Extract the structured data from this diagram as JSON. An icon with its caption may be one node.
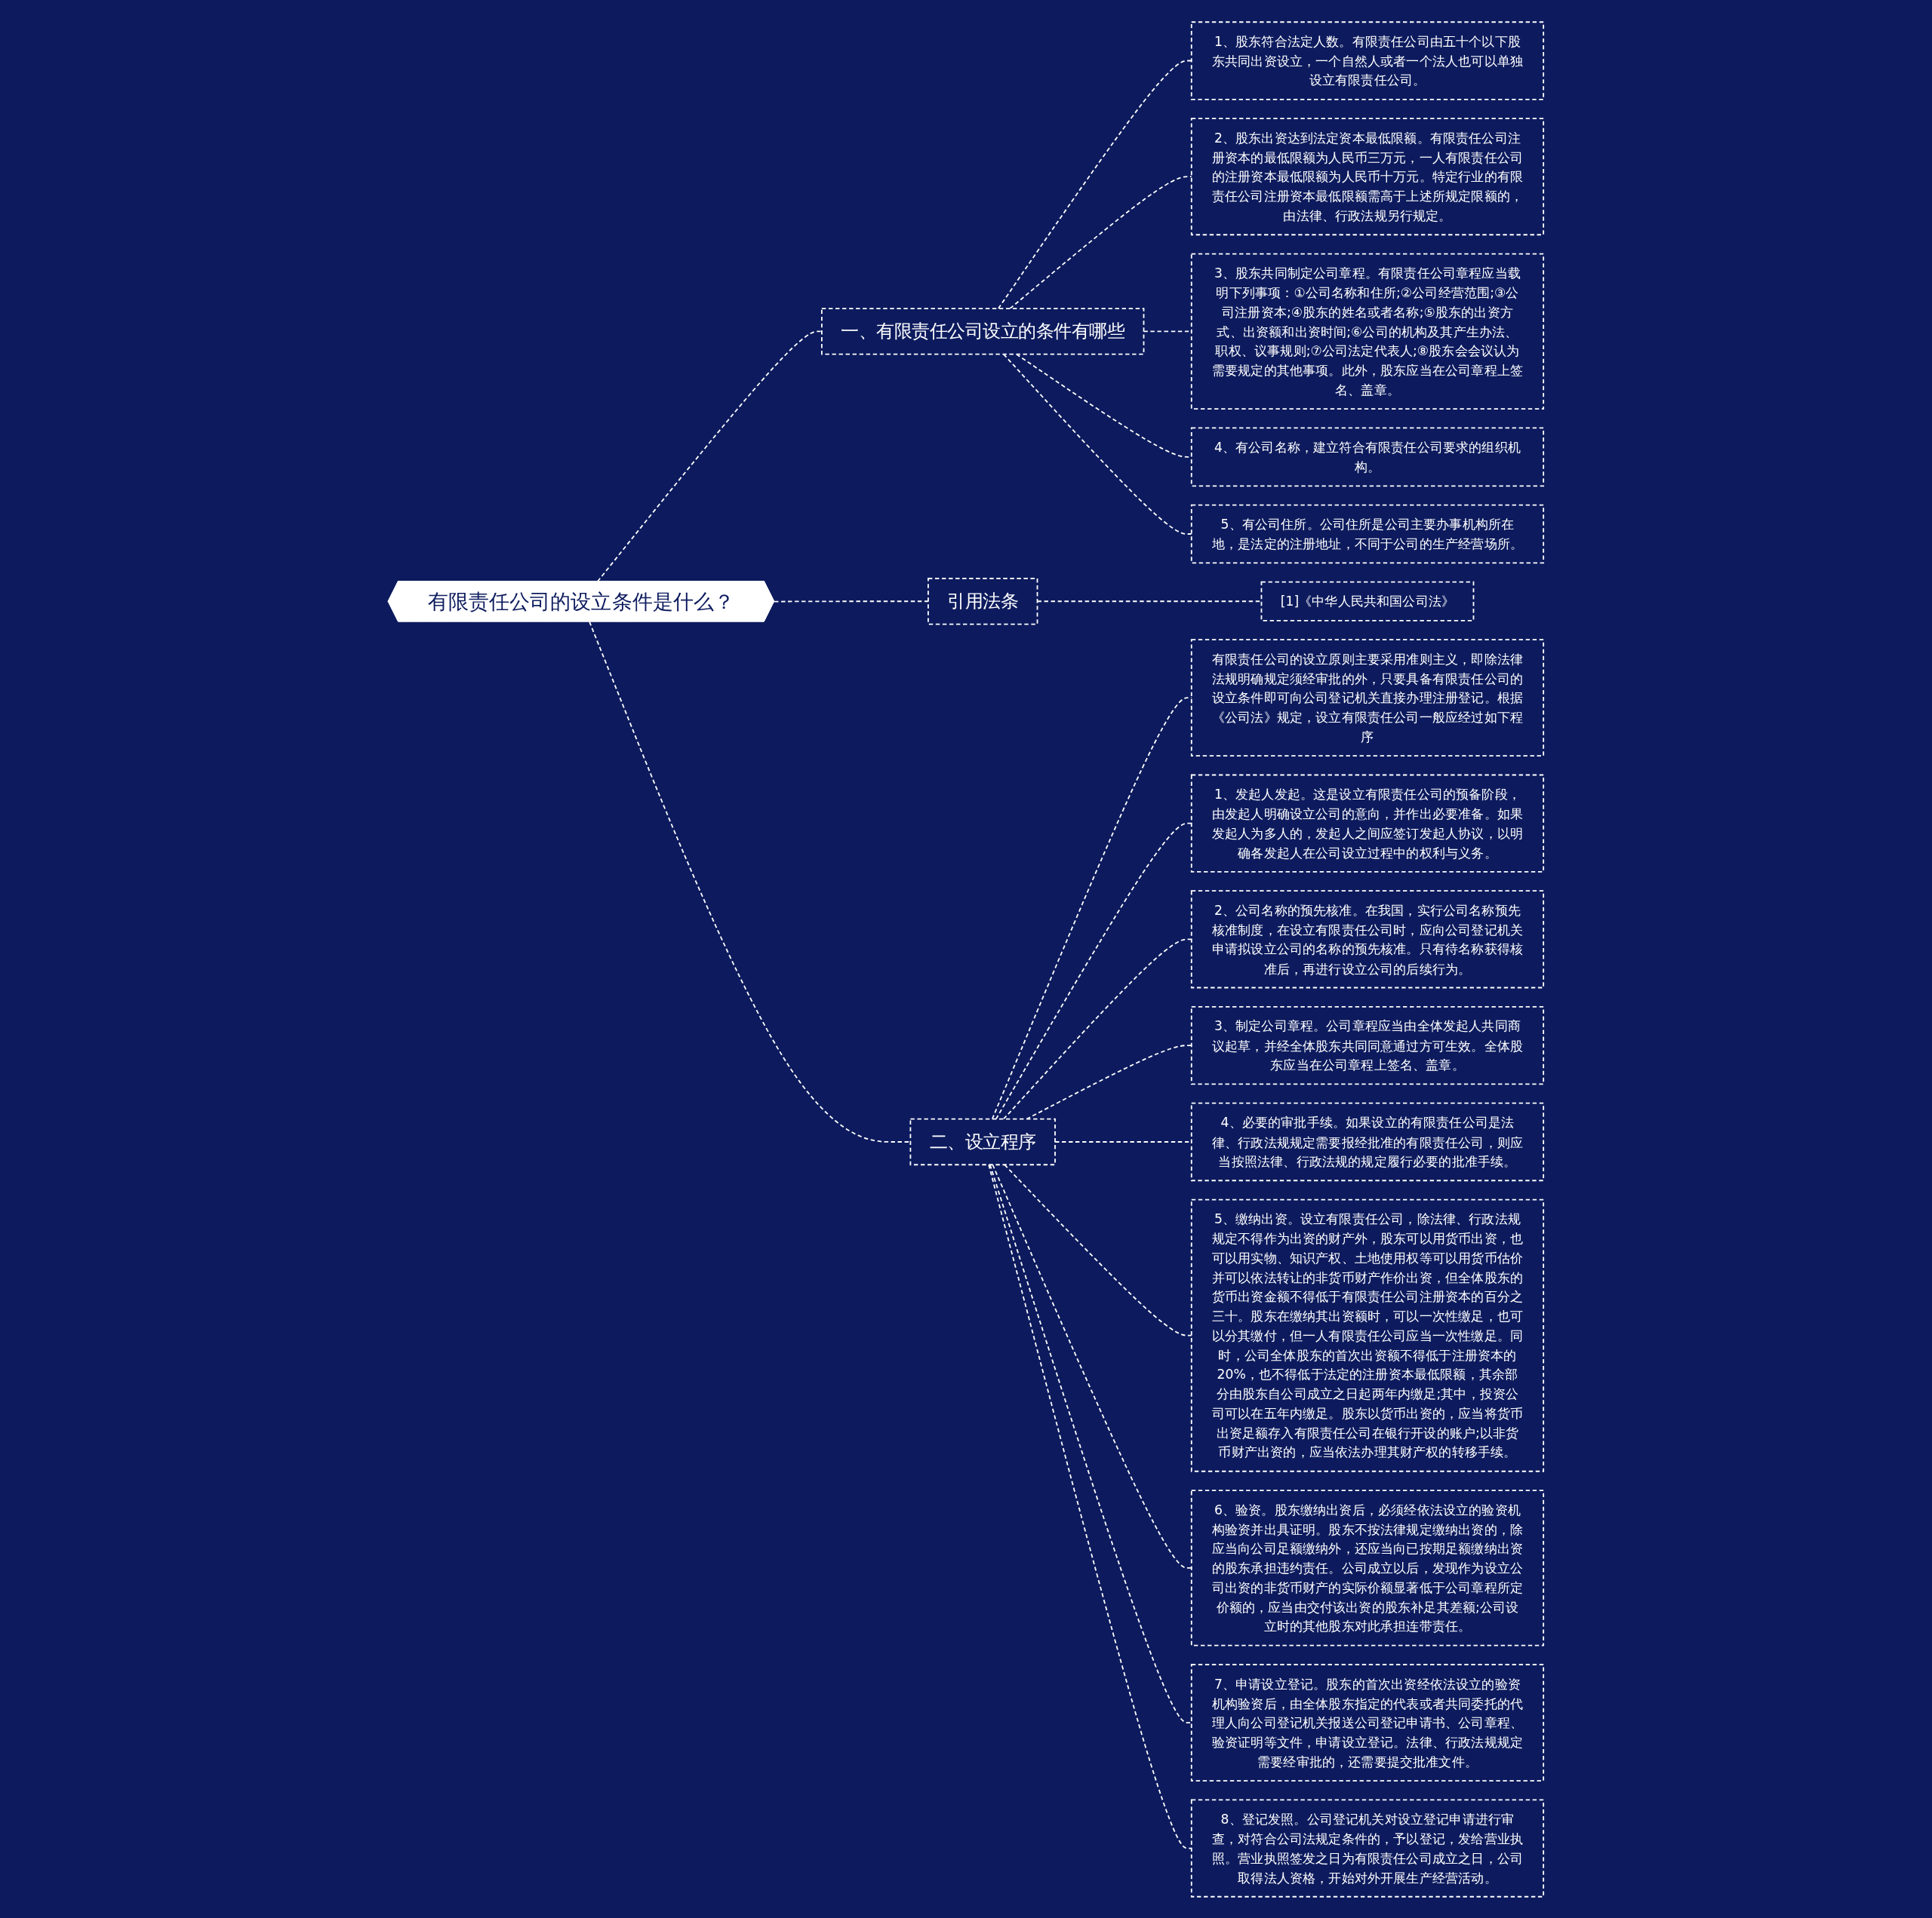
{
  "diagram": {
    "nodes": [
      {
        "text": [
          "有限责任公司的设立条件是什么？"
        ]
      },
      {
        "text": [
          "一、有限责任公司设立的条件有哪些"
        ]
      },
      {
        "text": [
          "1、股东符合法定人数。有限责任公司由五十个以下股东共同出资设立，一个自然人或者一个法人也可以单独设立有限责任公司。"
        ]
      },
      {
        "text": [
          "2、股东出资达到法定资本最低限额。有限责任公司注册资本的最低限额为人民币三万元，一人有限责任公司的注册资本最低限额为人民币十万元。特定行业的有限责任公司注册资本最低限额需高于上述所规定限额的，由法律、行政法规另行规定。"
        ]
      },
      {
        "text": [
          "3、股东共同制定公司章程。有限责任公司章程应当载明下列事项：①公司名称和住所;②公司经营范围;③公司注册资本;④股东的姓名或者名称;⑤股东的出资方式、出资额和出资时间;⑥公司的机构及其产生办法、职权、议事规则;⑦公司法定代表人;⑧股东会会议认为需要规定的其他事项。此外，股东应当在公司章程上签名、盖章。"
        ]
      },
      {
        "text": [
          "4、有公司名称，建立符合有限责任公司要求的组织机构。"
        ]
      },
      {
        "text": [
          "5、有公司住所。公司住所是公司主要办事机构所在地，是法定的注册地址，不同于公司的生产经营场所。"
        ]
      },
      {
        "text": [
          "引用法条"
        ]
      },
      {
        "text": [
          "[1]《中华人民共和国公司法》"
        ]
      },
      {
        "text": [
          "二、设立程序"
        ]
      },
      {
        "text": [
          "有限责任公司的设立原则主要采用准则主义，即除法律法规明确规定须经审批的外，只要具备有限责任公司的设立条件即可向公司登记机关直接办理注册登记。根据《公司法》规定，设立有限责任公司一般应经过如下程序"
        ]
      },
      {
        "text": [
          "1、发起人发起。这是设立有限责任公司的预备阶段，由发起人明确设立公司的意向，并作出必要准备。如果发起人为多人的，发起人之间应签订发起人协议，以明确各发起人在公司设立过程中的权利与义务。"
        ]
      },
      {
        "text": [
          "2、公司名称的预先核准。在我国，实行公司名称预先核准制度，在设立有限责任公司时，应向公司登记机关申请拟设立公司的名称的预先核准。只有待名称获得核准后，再进行设立公司的后续行为。"
        ]
      },
      {
        "text": [
          "3、制定公司章程。公司章程应当由全体发起人共同商议起草，并经全体股东共同同意通过方可生效。全体股东应当在公司章程上签名、盖章。"
        ]
      },
      {
        "text": [
          "4、必要的审批手续。如果设立的有限责任公司是法律、行政法规规定需要报经批准的有限责任公司，则应当按照法律、行政法规的规定履行必要的批准手续。"
        ]
      },
      {
        "text": [
          "5、缴纳出资。设立有限责任公司，除法律、行政法规规定不得作为出资的财产外，股东可以用货币出资，也可以用实物、知识产权、土地使用权等可以用货币估价并可以依法转让的非货币财产作价出资，但全体股东的货币出资金额不得低于有限责任公司注册资本的百分之三十。股东在缴纳其出资额时，可以一次性缴足，也可以分其缴付，但一人有限责任公司应当一次性缴足。同时，公司全体股东的首次出资额不得低于注册资本的20%，也不得低于法定的注册资本最低限额，其余部分由股东自公司成立之日起两年内缴足;其中，投资公司可以在五年内缴足。股东以货币出资的，应当将货币出资足额存入有限责任公司在银行开设的账户;以非货币财产出资的，应当依法办理其财产权的转移手续。"
        ]
      },
      {
        "text": [
          "6、验资。股东缴纳出资后，必须经依法设立的验资机构验资并出具证明。股东不按法律规定缴纳出资的，除应当向公司足额缴纳外，还应当向已按期足额缴纳出资的股东承担违约责任。公司成立以后，发现作为设立公司出资的非货币财产的实际价额显著低于公司章程所定价额的，应当由交付该出资的股东补足其差额;公司设立时的其他股东对此承担连带责任。"
        ]
      },
      {
        "text": [
          "7、申请设立登记。股东的首次出资经依法设立的验资机构验资后，由全体股东指定的代表或者共同委托的代理人向公司登记机关报送公司登记申请书、公司章程、验资证明等文件，申请设立登记。法律、行政法规规定需要经审批的，还需要提交批准文件。"
        ]
      },
      {
        "text": [
          "8、登记发照。公司登记机关对设立登记申请进行审查，对符合公司法规定条件的，予以登记，发给营业执照。营业执照签发之日为有限责任公司成立之日，公司取得法人资格，开始对外开展生产经营活动。"
        ]
      }
    ],
    "edges": [
      {
        "from": 0,
        "to": 1,
        "arrow": "none",
        "style": "dashed"
      },
      {
        "from": 1,
        "to": 2,
        "arrow": "none",
        "style": "dashed"
      },
      {
        "from": 1,
        "to": 3,
        "arrow": "none",
        "style": "dashed"
      },
      {
        "from": 1,
        "to": 4,
        "arrow": "none",
        "style": "dashed"
      },
      {
        "from": 1,
        "to": 5,
        "arrow": "none",
        "style": "dashed"
      },
      {
        "from": 1,
        "to": 6,
        "arrow": "none",
        "style": "dashed"
      },
      {
        "from": 0,
        "to": 7,
        "arrow": "none",
        "style": "dashed"
      },
      {
        "from": 7,
        "to": 8,
        "arrow": "none",
        "style": "dashed"
      },
      {
        "from": 0,
        "to": 9,
        "arrow": "none",
        "style": "dashed"
      },
      {
        "from": 9,
        "to": 10,
        "arrow": "none",
        "style": "dashed"
      },
      {
        "from": 9,
        "to": 11,
        "arrow": "none",
        "style": "dashed"
      },
      {
        "from": 9,
        "to": 12,
        "arrow": "none",
        "style": "dashed"
      },
      {
        "from": 9,
        "to": 13,
        "arrow": "none",
        "style": "dashed"
      },
      {
        "from": 9,
        "to": 14,
        "arrow": "none",
        "style": "dashed"
      },
      {
        "from": 9,
        "to": 15,
        "arrow": "none",
        "style": "dashed"
      },
      {
        "from": 9,
        "to": 16,
        "arrow": "none",
        "style": "dashed"
      },
      {
        "from": 9,
        "to": 17,
        "arrow": "none",
        "style": "dashed"
      },
      {
        "from": 9,
        "to": 18,
        "arrow": "none",
        "style": "dashed"
      }
    ]
  }
}
